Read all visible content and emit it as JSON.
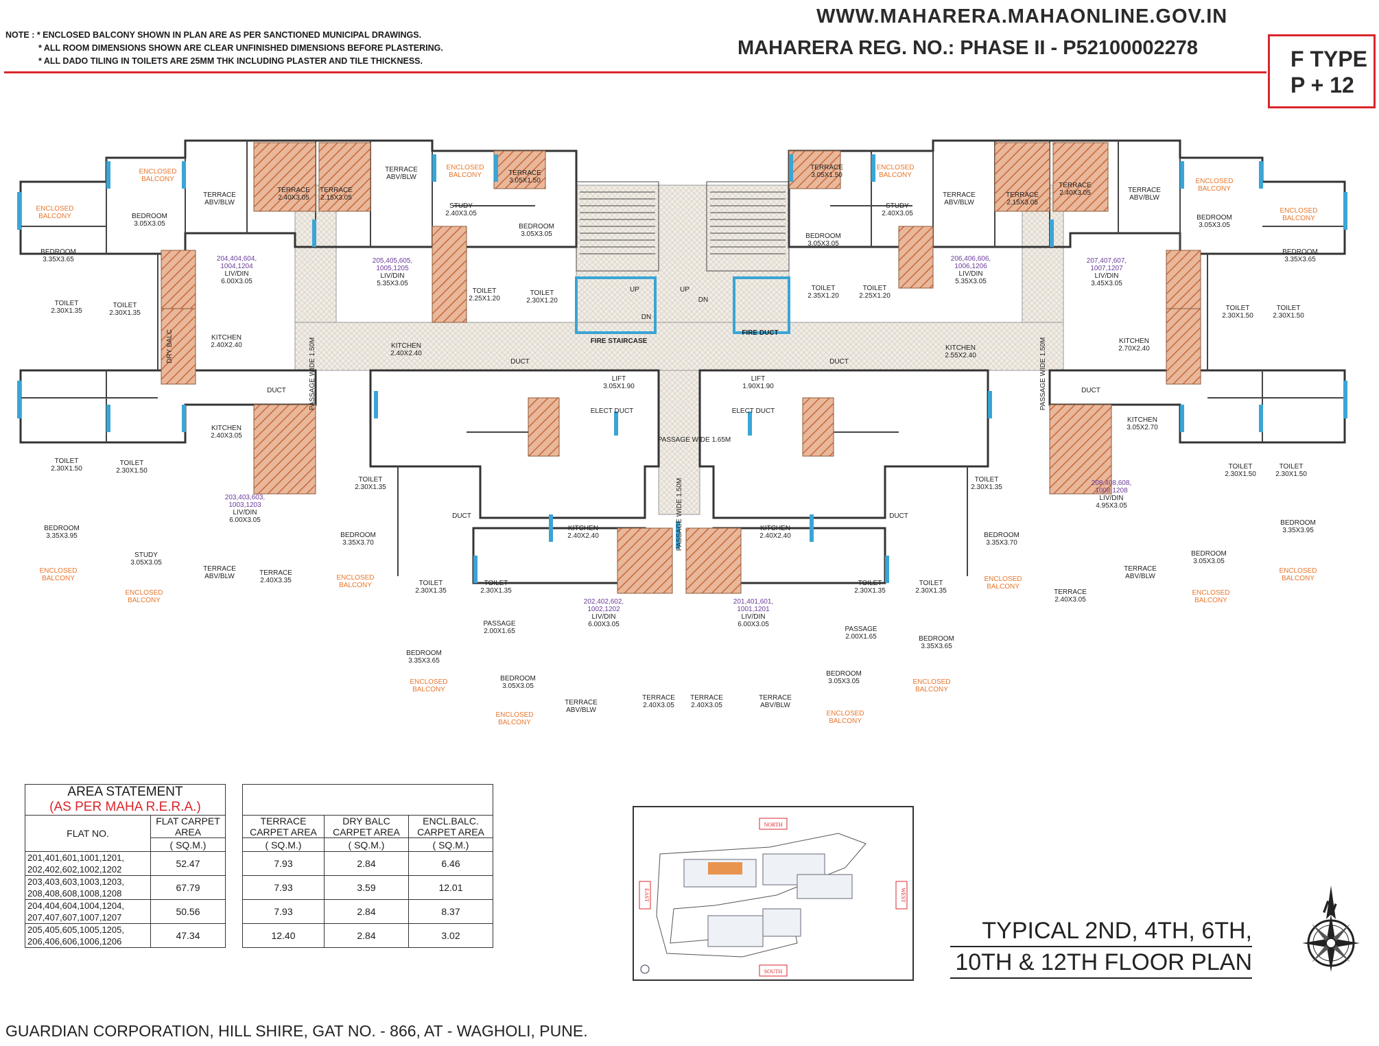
{
  "notes": {
    "label": "NOTE :",
    "lines": [
      "* ENCLOSED BALCONY SHOWN IN PLAN ARE AS PER SANCTIONED MUNICIPAL DRAWINGS.",
      "* ALL ROOM DIMENSIONS SHOWN ARE CLEAR UNFINISHED DIMENSIONS BEFORE PLASTERING.",
      "* ALL DADO TILING IN TOILETS ARE 25MM THK INCLUDING PLASTER AND TILE THICKNESS."
    ]
  },
  "header": {
    "website": "WWW.MAHARERA.MAHAONLINE.GOV.IN",
    "reg_no": "MAHARERA REG. NO.: PHASE II -  P52100002278",
    "type_line1": "F TYPE",
    "type_line2": "P + 12"
  },
  "plan": {
    "labels": {
      "enclosed_balcony": "ENCLOSED",
      "balcony": "BALCONY",
      "terrace": "TERRACE",
      "abv_blw": "ABV/BLW",
      "bedroom": "BEDROOM",
      "toilet": "TOILET",
      "kitchen": "KITCHEN",
      "study": "STUDY",
      "liv_din": "LIV/DIN",
      "dry_balc": "DRY BALC",
      "duct": "DUCT",
      "lift": "LIFT",
      "fire_staircase": "FIRE STAIRCASE",
      "fire_duct": "FIRE DUCT",
      "elect_duct": "ELECT DUCT",
      "passage": "PASSAGE",
      "passage_wide_165": "PASSAGE WIDE 1.65M",
      "passage_wide_150": "PASSAGE WIDE 1.50M",
      "up": "UP",
      "dn": "DN",
      "dim_335x365": "3.35X3.65",
      "dim_305x305": "3.05X3.05",
      "dim_230x135": "2.30X1.35",
      "dim_230x150": "2.30X1.50",
      "dim_600x305": "6.00X3.05",
      "dim_535x305": "5.35X3.05",
      "dim_345x305": "3.45X3.05",
      "dim_495x305": "4.95X3.05",
      "dim_240x305": "2.40X3.05",
      "dim_240x240": "2.40X2.40",
      "dim_255x240": "2.55X2.40",
      "dim_270x240": "2.70X2.40",
      "dim_305x270": "3.05X2.70",
      "dim_225x120": "2.25X1.20",
      "dim_230x120": "2.30X1.20",
      "dim_235x120": "2.35X1.20",
      "dim_305x190": "3.05X1.90",
      "dim_190x190": "1.90X1.90",
      "dim_335x395": "3.35X3.95",
      "dim_335x370": "3.35X3.70",
      "dim_200x165": "2.00X1.65",
      "dim_240x335": "2.40X3.35",
      "dim_305x150": "3.05X1.50",
      "dim_215x305": "2.15X3.05",
      "dim_240x305b": "2.40X3.05",
      "dim_240x305c": "2.40X3.05",
      "flat_204": "204,404,604,",
      "flat_204b": "1004,1204",
      "flat_205": "205,405,605,",
      "flat_205b": "1005,1205",
      "flat_206": "206,406,606,",
      "flat_206b": "1006,1206",
      "flat_207": "207,407,607,",
      "flat_207b": "1007,1207",
      "flat_203": "203,403,603,",
      "flat_203b": "1003,1203",
      "flat_208": "208,408,608,",
      "flat_208b": "1008,1208",
      "flat_202": "202,402,602,",
      "flat_202b": "1002,1202",
      "flat_201": "201,401,601,",
      "flat_201b": "1001,1201"
    }
  },
  "area_statement": {
    "title": "AREA STATEMENT",
    "subtitle": "(AS PER MAHA R.E.R.A.)",
    "columns": {
      "flat_no": "FLAT NO.",
      "flat_carpet": "FLAT CARPET AREA",
      "terrace": "TERRACE CARPET AREA",
      "dry_balc": "DRY BALC CARPET AREA",
      "encl_balc": "ENCL.BALC. CARPET AREA",
      "unit": "( SQ.M.)"
    },
    "rows": [
      {
        "flats1": "201,401,601,1001,1201,",
        "flats2": "202,402,602,1002,1202",
        "flat_carpet": "52.47",
        "terrace": "7.93",
        "dry_balc": "2.84",
        "encl_balc": "6.46"
      },
      {
        "flats1": "203,403,603,1003,1203,",
        "flats2": "208,408,608,1008,1208",
        "flat_carpet": "67.79",
        "terrace": "7.93",
        "dry_balc": "3.59",
        "encl_balc": "12.01"
      },
      {
        "flats1": "204,404,604,1004,1204,",
        "flats2": "207,407,607,1007,1207",
        "flat_carpet": "50.56",
        "terrace": "7.93",
        "dry_balc": "2.84",
        "encl_balc": "8.37"
      },
      {
        "flats1": "205,405,605,1005,1205,",
        "flats2": "206,406,606,1006,1206",
        "flat_carpet": "47.34",
        "terrace": "12.40",
        "dry_balc": "2.84",
        "encl_balc": "3.02"
      }
    ]
  },
  "key_plan": {
    "north": "NORTH",
    "south": "SOUTH",
    "east": "EAST",
    "west": "WEST"
  },
  "compass": {
    "n": "N"
  },
  "floor_title": {
    "line1": "TYPICAL 2ND, 4TH, 6TH,",
    "line2": "10TH & 12TH FLOOR PLAN"
  },
  "footer": "GUARDIAN CORPORATION, HILL SHIRE, GAT NO. - 866, AT - WAGHOLI, PUNE.",
  "colors": {
    "red": "#d9262b",
    "window_blue": "#3aa5d6",
    "terrace_brown": "#c8683a",
    "label_orange": "#e8762c",
    "label_purple": "#6a3a9a",
    "passage_beige": "#efe9df"
  }
}
